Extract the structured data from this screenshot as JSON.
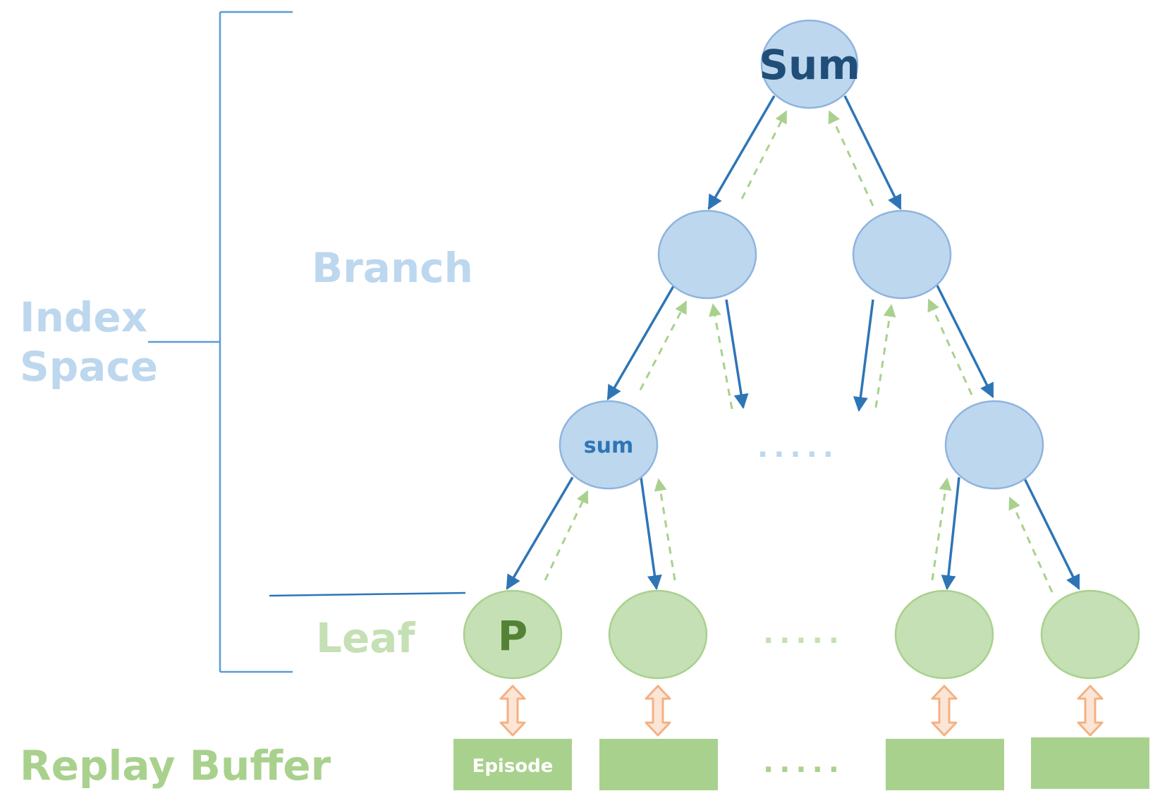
{
  "labels": {
    "index_space_line1": "Index",
    "index_space_line2": "Space",
    "branch": "Branch",
    "leaf": "Leaf",
    "replay_buffer": "Replay Buffer"
  },
  "nodes": {
    "root": "Sum",
    "branch_sum": "sum",
    "leaf_p": "P",
    "ellipsis": "....."
  },
  "buffer": {
    "episode": "Episode"
  },
  "colors": {
    "branch_fill": "#bdd7ee",
    "branch_stroke": "#8fb4de",
    "leaf_fill": "#c5e0b4",
    "leaf_stroke": "#a9d18e",
    "buffer_fill": "#a9d18e",
    "arrow_blue": "#2e75b6",
    "arrow_green": "#a9d18e",
    "arrow_orange": "#f4b183",
    "label_blue": "#bdd7ee",
    "label_green": "#c5e0b4",
    "root_text": "#1f4e79",
    "p_text": "#548235"
  }
}
